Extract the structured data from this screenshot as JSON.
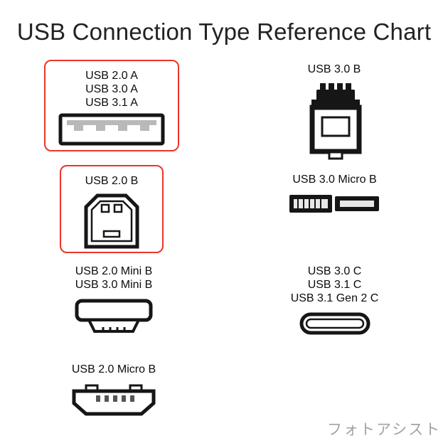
{
  "title": "USB Connection Type Reference Chart",
  "colors": {
    "highlight_box": "#e8362a",
    "connector_ink": "#161616",
    "watermark_text": "#a3a3a3"
  },
  "left_column": {
    "usb_a": {
      "highlighted": true,
      "lines": [
        "USB 2.0 A",
        "USB 3.0 A",
        "USB 3.1 A"
      ],
      "icon": "usb-a-connector-icon"
    },
    "usb_b": {
      "highlighted": true,
      "lines": [
        "USB 2.0 B"
      ],
      "icon": "usb-b-connector-icon"
    },
    "mini_b": {
      "highlighted": false,
      "lines": [
        "USB 2.0 Mini B",
        "USB 3.0 Mini B"
      ],
      "icon": "usb-mini-b-connector-icon"
    },
    "micro_b": {
      "highlighted": false,
      "lines": [
        "USB 2.0 Micro B"
      ],
      "icon": "usb-micro-b-connector-icon"
    }
  },
  "right_column": {
    "usb_3b": {
      "highlighted": false,
      "lines": [
        "USB 3.0 B"
      ],
      "icon": "usb-3-b-connector-icon"
    },
    "micro_b_3": {
      "highlighted": false,
      "lines": [
        "USB 3.0 Micro B"
      ],
      "icon": "usb-3-micro-b-connector-icon"
    },
    "usb_c": {
      "highlighted": false,
      "lines": [
        "USB 3.0 C",
        "USB 3.1 C",
        "USB 3.1 Gen 2 C"
      ],
      "icon": "usb-c-connector-icon"
    }
  },
  "watermark": "フォトアシスト"
}
